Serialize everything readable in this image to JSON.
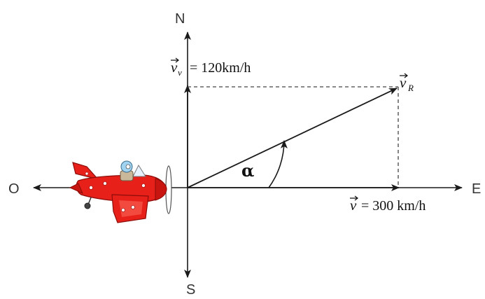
{
  "directions": {
    "north": "N",
    "south": "S",
    "east": "E",
    "west": "O"
  },
  "vectors": {
    "vertical": {
      "symbol": "v",
      "subscript": "v",
      "value": " = 120km/h"
    },
    "resultant": {
      "symbol": "v",
      "subscript": "R"
    },
    "horizontal": {
      "symbol": "v",
      "value": " = 300 km/h"
    }
  },
  "angle": {
    "symbol": "α"
  },
  "colors": {
    "axis": "#1a1a1a",
    "dashed": "#444444",
    "plane_body": "#e8201a",
    "plane_dark": "#8c0d0a"
  },
  "icons": {
    "plane": "red-cartoon-airplane-with-pilot"
  }
}
